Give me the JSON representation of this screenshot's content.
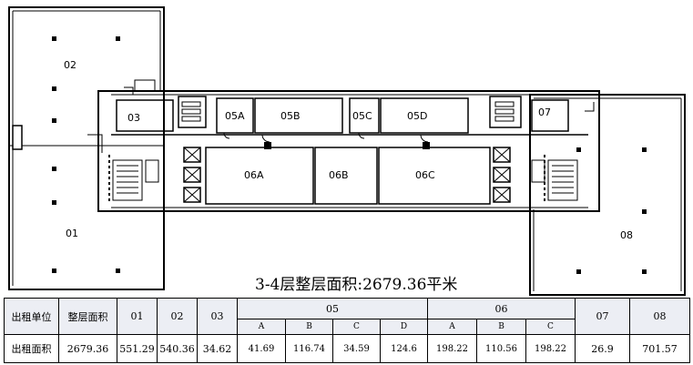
{
  "plan": {
    "units": [
      {
        "id": "u01",
        "label": "01"
      },
      {
        "id": "u02",
        "label": "02"
      },
      {
        "id": "u03",
        "label": "03"
      },
      {
        "id": "u05a",
        "label": "05A"
      },
      {
        "id": "u05b",
        "label": "05B"
      },
      {
        "id": "u05c",
        "label": "05C"
      },
      {
        "id": "u05d",
        "label": "05D"
      },
      {
        "id": "u06a",
        "label": "06A"
      },
      {
        "id": "u06b",
        "label": "06B"
      },
      {
        "id": "u06c",
        "label": "06C"
      },
      {
        "id": "u07",
        "label": "07"
      },
      {
        "id": "u08",
        "label": "08"
      }
    ]
  },
  "caption": "3-4层整层面积:2679.36平米",
  "table": {
    "row1_label": "出租单位",
    "total_header": "整层面积",
    "cols": {
      "c01": "01",
      "c02": "02",
      "c03": "03",
      "c05": "05",
      "c06": "06",
      "c07": "07",
      "c08": "08"
    },
    "sub05": [
      "A",
      "B",
      "C",
      "D"
    ],
    "sub06": [
      "A",
      "B",
      "C"
    ],
    "row2_label": "出租面积",
    "values": {
      "total": "2679.36",
      "v01": "551.29",
      "v02": "540.36",
      "v03": "34.62",
      "v05": [
        "41.69",
        "116.74",
        "34.59",
        "124.6"
      ],
      "v06": [
        "198.22",
        "110.56",
        "198.22"
      ],
      "v07": "26.9",
      "v08": "701.57"
    }
  }
}
